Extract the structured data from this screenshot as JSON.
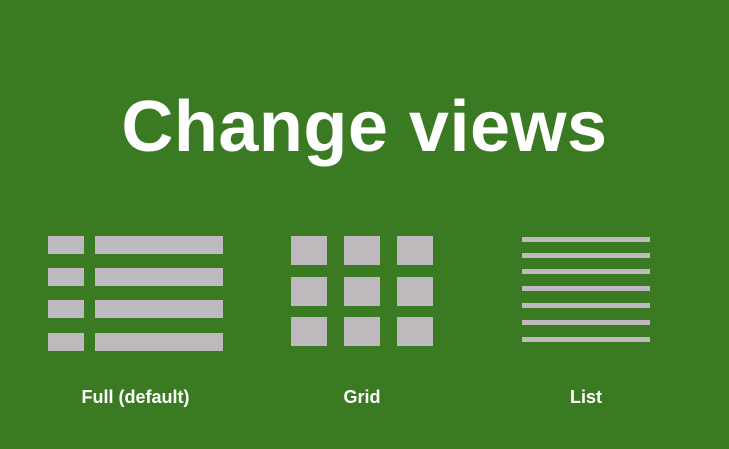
{
  "title": "Change views",
  "colors": {
    "background": "#3a7a22",
    "text": "#ffffff",
    "icon": "#bdb9bc"
  },
  "views": [
    {
      "label": "Full (default)",
      "icon": "full-view-icon"
    },
    {
      "label": "Grid",
      "icon": "grid-view-icon"
    },
    {
      "label": "List",
      "icon": "list-view-icon"
    }
  ]
}
